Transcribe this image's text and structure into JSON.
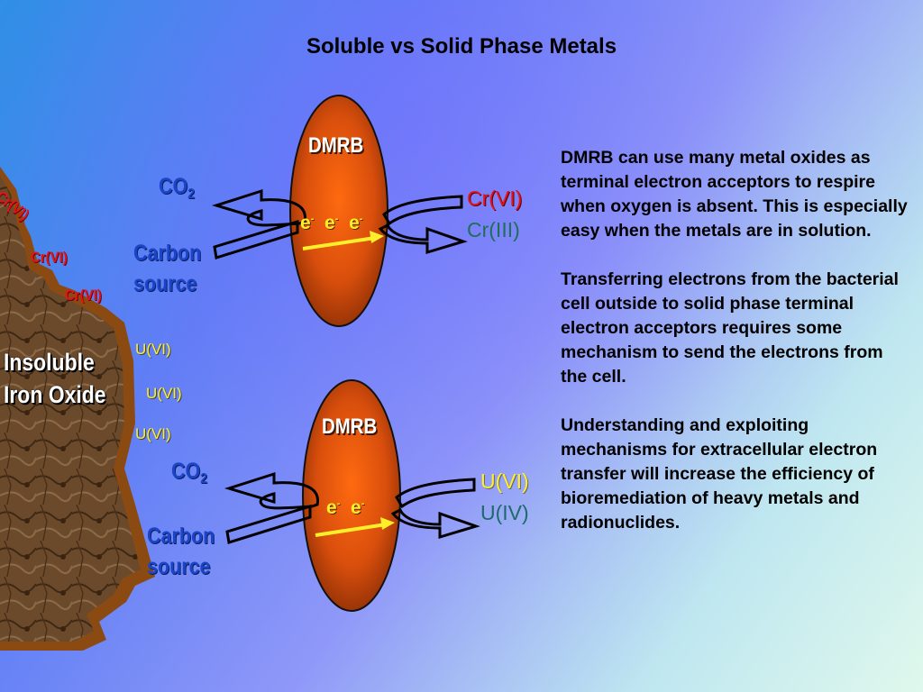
{
  "title": "Soluble vs Solid Phase Metals",
  "rock": {
    "label_line1": "Insoluble",
    "label_line2": "Iron Oxide",
    "adsorbed_cr": [
      "Cr(VI)",
      "Cr(VI)",
      "Cr(VI)"
    ],
    "adsorbed_u": [
      "U(VI)",
      "U(VI)",
      "U(VI)"
    ]
  },
  "cell_top": {
    "name": "DMRB",
    "electron_symbol": "e",
    "electron_charge": "-",
    "co2_prefix": "CO",
    "co2_subscript": "2",
    "carbon_line1": "Carbon",
    "carbon_line2": "source",
    "metal_oxidized": "Cr(VI)",
    "metal_reduced": "Cr(III)"
  },
  "cell_bottom": {
    "name": "DMRB",
    "electron_symbol": "e",
    "electron_charge": "-",
    "co2_prefix": "CO",
    "co2_subscript": "2",
    "carbon_line1": "Carbon",
    "carbon_line2": "source",
    "metal_oxidized": "U(VI)",
    "metal_reduced": "U(IV)"
  },
  "paragraphs": [
    "DMRB can use many metal oxides as terminal electron acceptors to respire when oxygen is absent. This is especially easy when the metals are in solution.",
    "Transferring electrons from the bacterial cell outside to solid phase terminal electron acceptors requires some mechanism to send the electrons from the cell.",
    "Understanding and exploiting mechanisms for extracellular electron transfer will increase the efficiency of bioremediation of heavy metals and radionuclides."
  ],
  "colors": {
    "cell_fill": "#e0560a",
    "rock_fill": "#6e4a2a",
    "rock_rim": "#8a4a12",
    "electron_arrow": "#ffef2a",
    "cr_red": "#e1141b",
    "u_yellow": "#ffef2a",
    "label_blue": "#1b44c8"
  }
}
